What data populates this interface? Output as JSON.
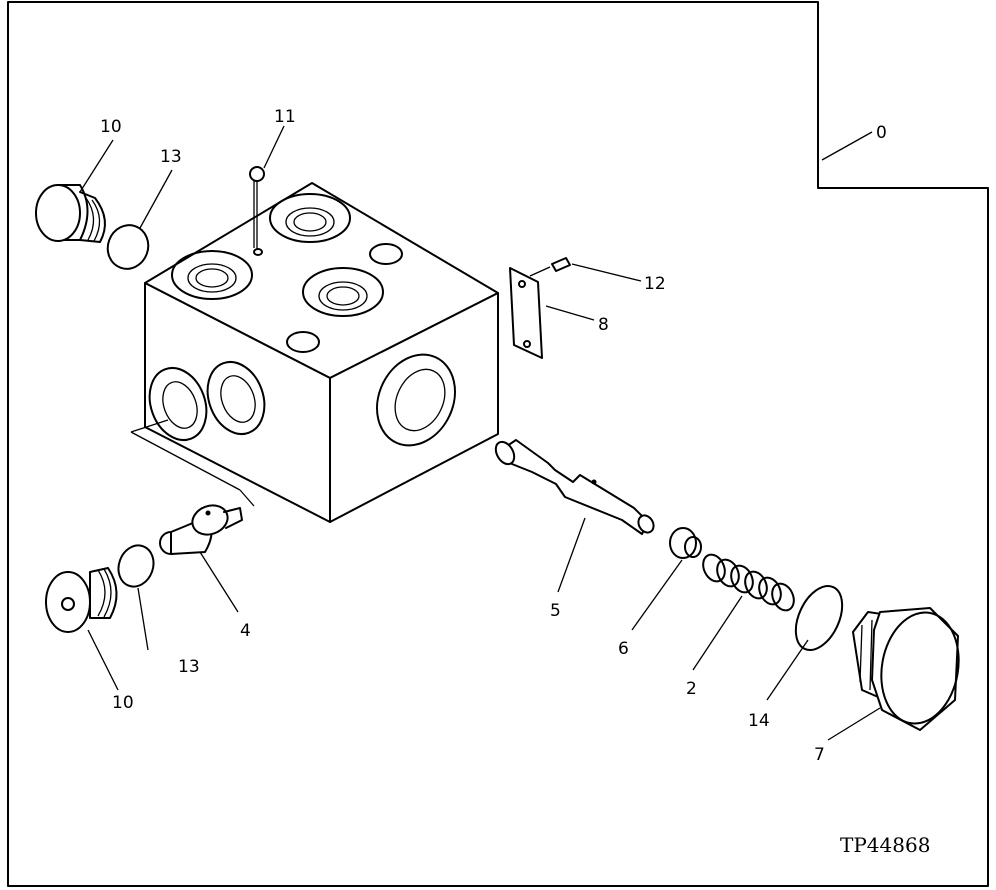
{
  "reference_code": "TP44868",
  "callouts": {
    "assembly": "0",
    "spring": "2",
    "poppet": "4",
    "spool": "5",
    "seat": "6",
    "plug_large": "7",
    "cover_plate": "8",
    "plug_top": "10",
    "plug_bottom": "10",
    "ball": "11",
    "screw": "12",
    "oring_top": "13",
    "oring_bottom": "13",
    "oring_large": "14"
  }
}
